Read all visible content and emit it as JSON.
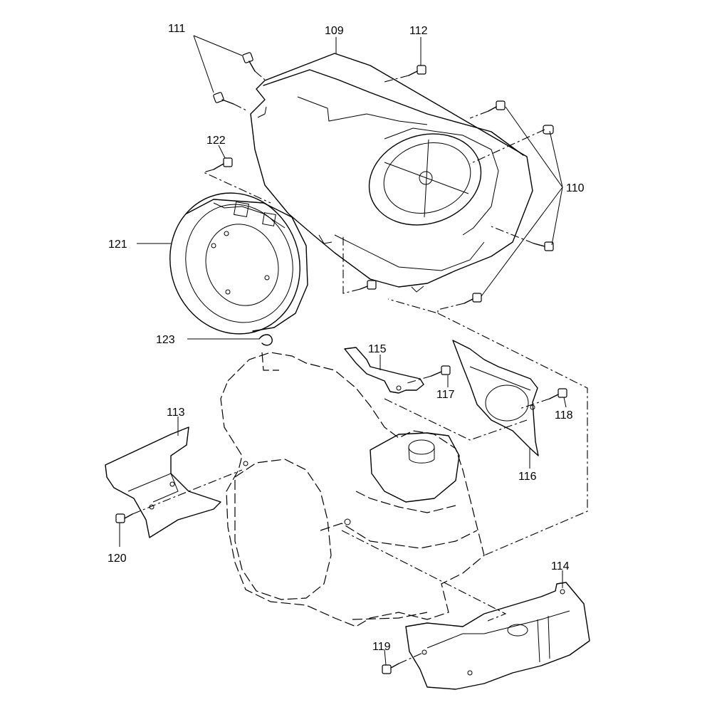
{
  "diagram": {
    "callouts": {
      "p109": "109",
      "p110": "110",
      "p111": "111",
      "p112": "112",
      "p113": "113",
      "p114": "114",
      "p115": "115",
      "p116": "116",
      "p117": "117",
      "p118": "118",
      "p119": "119",
      "p120": "120",
      "p121": "121",
      "p122": "122",
      "p123": "123"
    }
  }
}
